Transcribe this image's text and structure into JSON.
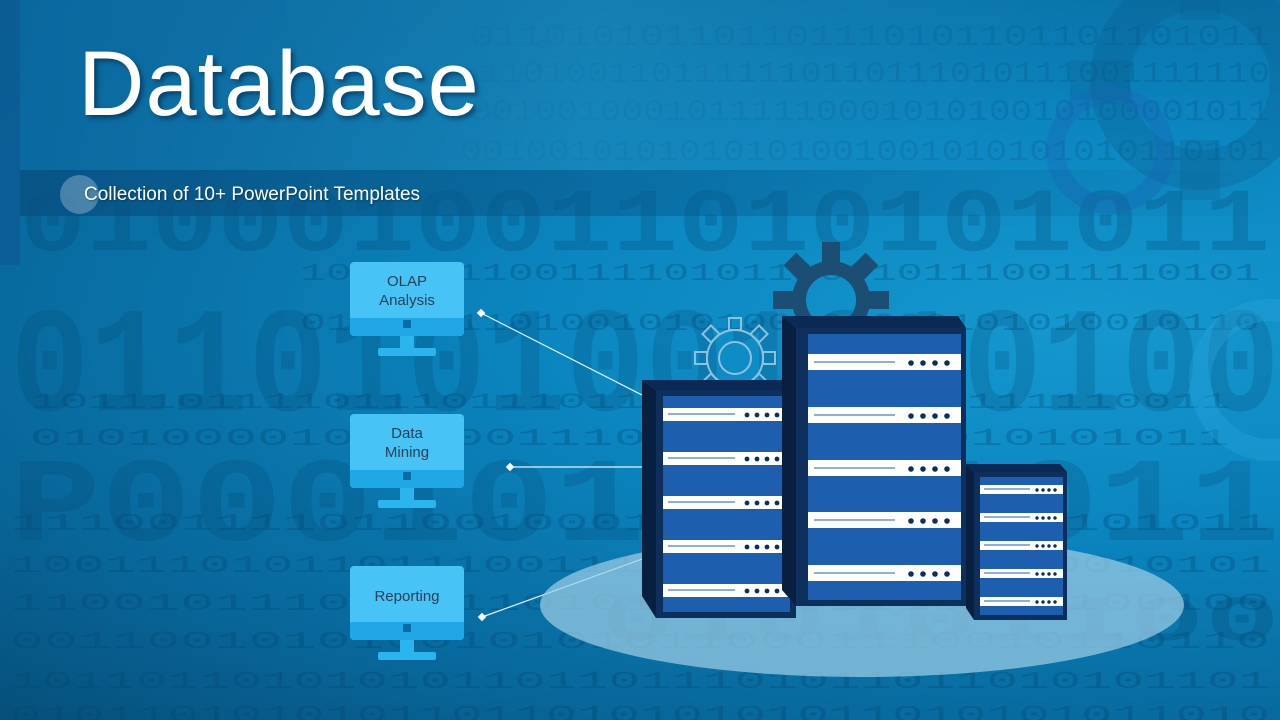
{
  "slide": {
    "title": "Database",
    "subtitle": "Collection of 10+ PowerPoint Templates"
  },
  "monitors": [
    {
      "label_line1": "OLAP",
      "label_line2": "Analysis"
    },
    {
      "label_line1": "Data",
      "label_line2": "Mining"
    },
    {
      "label_line1": "Reporting",
      "label_line2": ""
    }
  ],
  "colors": {
    "background": "#0b86c0",
    "monitor_screen": "#47c3f5",
    "server_body": "#1d5fae",
    "server_frame": "#0e2f5c",
    "gear": "#1c4e73",
    "platform": "#8fc4e0"
  },
  "icons": [
    "gear-icon",
    "server-rack-icon",
    "monitor-icon",
    "binary-digits-background"
  ]
}
